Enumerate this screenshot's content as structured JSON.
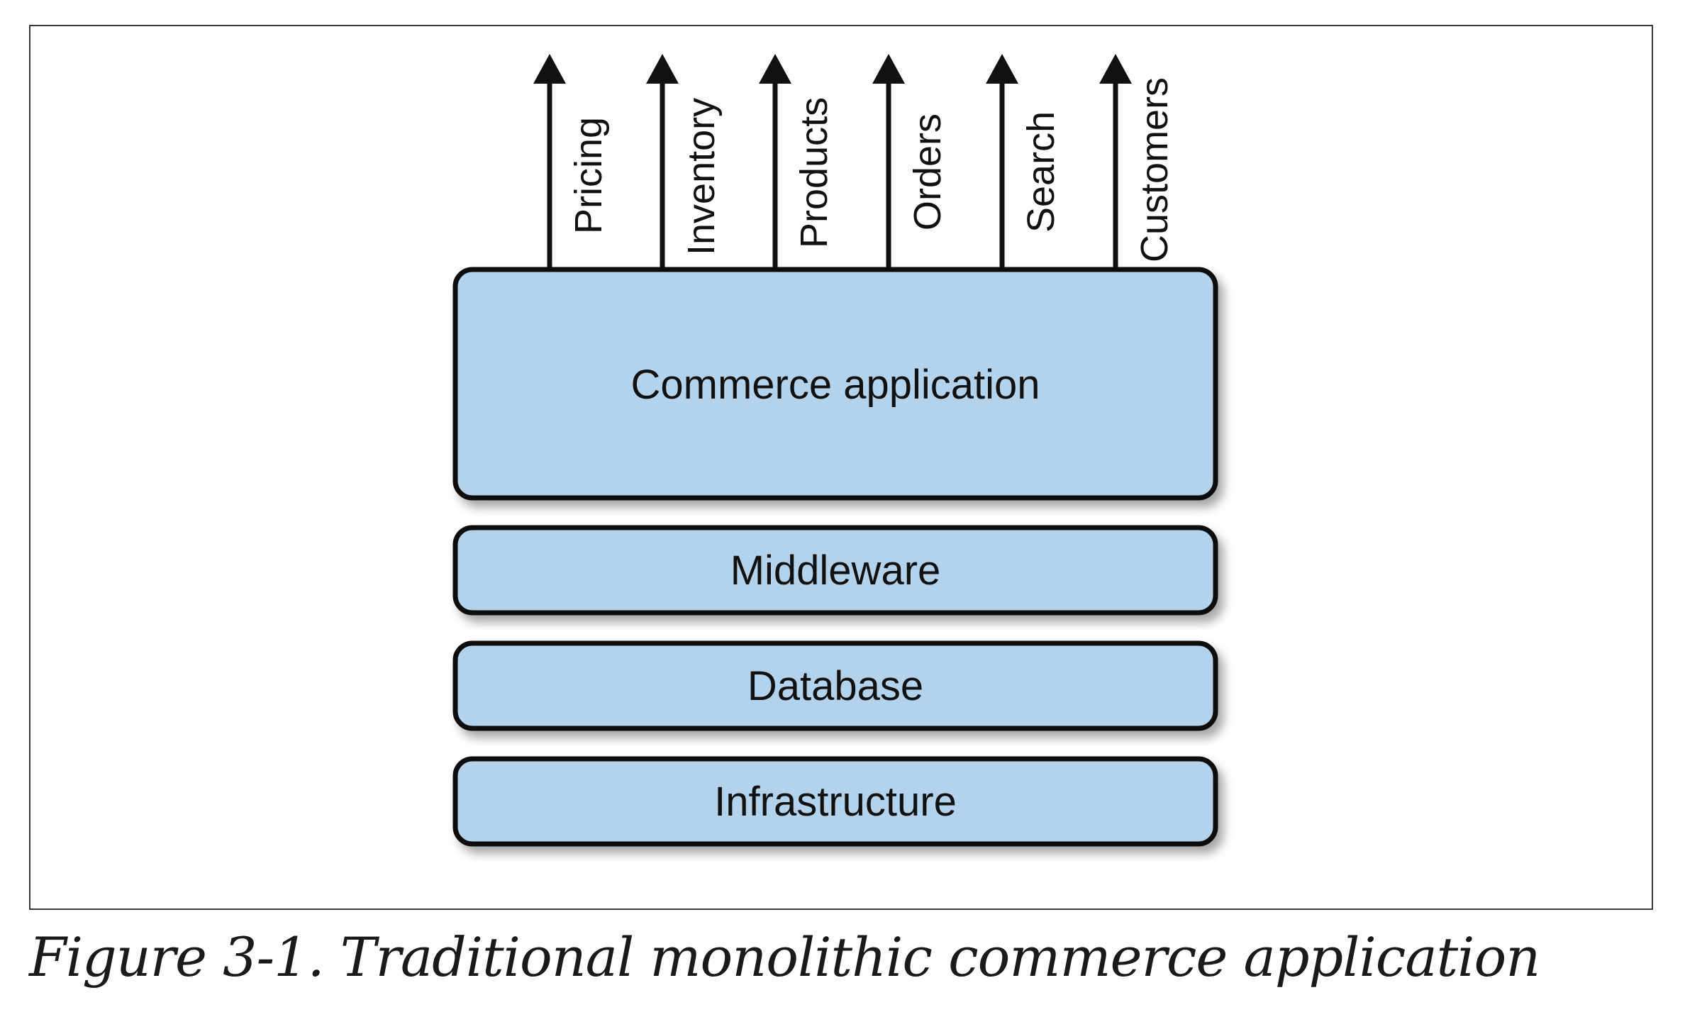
{
  "diagram": {
    "arrows": [
      {
        "label": "Pricing"
      },
      {
        "label": "Inventory"
      },
      {
        "label": "Products"
      },
      {
        "label": "Orders"
      },
      {
        "label": "Search"
      },
      {
        "label": "Customers"
      }
    ],
    "layers": [
      {
        "label": "Commerce application"
      },
      {
        "label": "Middleware"
      },
      {
        "label": "Database"
      },
      {
        "label": "Infrastructure"
      }
    ],
    "box_fill": "#b3d3ec",
    "stroke_color": "#111111"
  },
  "caption": "Figure 3-1. Traditional monolithic commerce application"
}
